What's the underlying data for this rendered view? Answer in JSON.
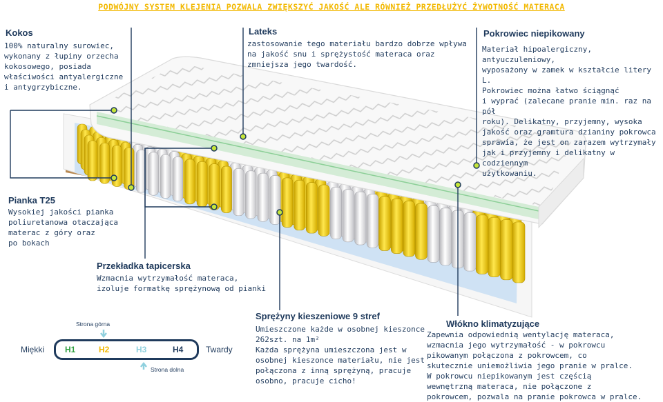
{
  "banner": "PODWÓJNY SYSTEM KLEJENIA POZWALA ZWIĘKSZYĆ JAKOŚĆ ALE RÓWNIEŻ PRZEDŁUŻYĆ ŻYWOTNOŚĆ MATERACA",
  "kokos": {
    "title": "Kokos",
    "desc": "100% naturalny surowiec,\nwykonany z łupiny orzecha\nkokosowego, posiada\nwłaściwości antyalergiczne\ni antygrzybiczne."
  },
  "lateks": {
    "title": "Lateks",
    "desc": "zastosowanie tego materiału bardzo dobrze wpływa\nna jakość snu i sprężystość materaca oraz\nzmniejsza jego twardość."
  },
  "pokrowiec": {
    "title": "Pokrowiec niepikowany",
    "desc": "Materiał hipoalergiczny, antyuczuleniowy,\nwyposażony w zamek w kształcie litery L.\nPokrowiec można łatwo ściągnąć\ni wyprać (zalecane pranie min. raz na pół\nroku). Delikatny, przyjemny, wysoka\njakość oraz gramtura dzianiny pokrowca\nsprawia, że jest on zarazem wytrzymały\njak i przyjemny i delikatny w codziennym\nużytkowaniu."
  },
  "pianka": {
    "title": "Pianka T25",
    "desc": "Wysokiej jakości pianka\npoliuretanowa otaczająca\nmaterac z góry oraz\npo bokach"
  },
  "przekladka": {
    "title": "Przekładka tapicerska",
    "desc": "Wzmacnia wytrzymałość materaca,\nizoluje formatkę sprężynową od pianki"
  },
  "sprezyny": {
    "title": "Sprężyny kieszeniowe 9 stref",
    "desc": "Umieszczone każde w osobnej kieszonce\n262szt. na 1m²\nKażda sprężyna umieszczona jest w\nosobnej kieszonce materiału, nie jest\npołączona z inną sprężyną, pracuje\nosobno, pracuje cicho!"
  },
  "wlokno": {
    "title": "Włókno klimatyzujące",
    "desc": "Zapewnia odpowiednią wentylację materaca,\nwzmacnia jego wytrzymałość - w pokrowcu\npikowanym połączona z pokrowcem, co\nskutecznie uniemożliwia jego pranie w pralce.\nW pokrowcu niepikowanym jest częścią\nwewnętrzną materaca, nie połączone z\npokrowcem, pozwala na pranie pokrowca w pralce."
  },
  "scale": {
    "soft": "Miękki",
    "hard": "Twardy",
    "top_side": "Strona górna",
    "bottom_side": "Strona dolna",
    "levels": [
      {
        "label": "H1",
        "color": "#2e9e3e"
      },
      {
        "label": "H2",
        "color": "#f2b800"
      },
      {
        "label": "H3",
        "color": "#8fd0de"
      },
      {
        "label": "H4",
        "color": "#1f3a5c"
      }
    ]
  },
  "colors": {
    "spring_yellow": "#f4d21c",
    "spring_white": "#e8e8ea",
    "navy": "#1f3a5c",
    "lime": "#c6e63a"
  }
}
